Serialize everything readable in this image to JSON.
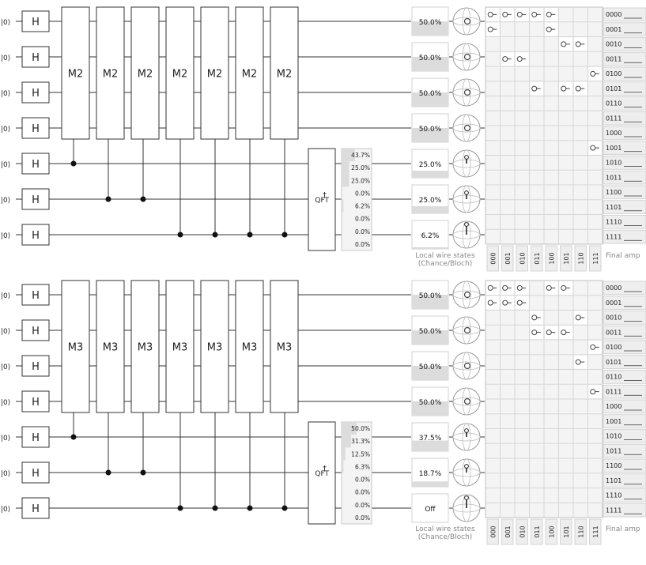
{
  "labels": {
    "ket0": "|0⟩",
    "hadamard": "H",
    "qft": "QFT",
    "dagger": "†",
    "local_states_1": "Local wire states",
    "local_states_2": "(Chance/Bloch)",
    "final_amp": "Final amp"
  },
  "circuits": [
    {
      "gate_label": "M2",
      "histogram": [
        "43.7%",
        "25.0%",
        "25.0%",
        "0.0%",
        "6.2%",
        "0.0%",
        "0.0%",
        "0.0%"
      ],
      "chances": [
        "50.0%",
        "50.0%",
        "50.0%",
        "50.0%",
        "25.0%",
        "25.0%",
        "6.2%"
      ],
      "chance_levels": [
        0.5,
        0.5,
        0.5,
        0.5,
        0.25,
        0.25,
        0.062
      ],
      "col_labels": [
        "000",
        "001",
        "010",
        "011",
        "100",
        "101",
        "110",
        "111"
      ],
      "row_labels": [
        "0000",
        "0001",
        "0010",
        "0011",
        "0100",
        "0101",
        "0110",
        "0111",
        "1000",
        "1001",
        "1010",
        "1011",
        "1100",
        "1101",
        "1110",
        "1111"
      ]
    },
    {
      "gate_label": "M3",
      "histogram": [
        "50.0%",
        "31.3%",
        "12.5%",
        "6.3%",
        "0.0%",
        "0.0%",
        "0.0%",
        "0.0%"
      ],
      "chances": [
        "50.0%",
        "50.0%",
        "50.0%",
        "50.0%",
        "37.5%",
        "18.7%",
        "Off"
      ],
      "chance_levels": [
        0.5,
        0.5,
        0.5,
        0.5,
        0.375,
        0.187,
        0
      ],
      "col_labels": [
        "000",
        "001",
        "010",
        "011",
        "100",
        "101",
        "110",
        "111"
      ],
      "row_labels": [
        "0000",
        "0001",
        "0010",
        "0011",
        "0100",
        "0101",
        "0110",
        "0111",
        "1000",
        "1001",
        "1010",
        "1011",
        "1100",
        "1101",
        "1110",
        "1111"
      ]
    }
  ]
}
